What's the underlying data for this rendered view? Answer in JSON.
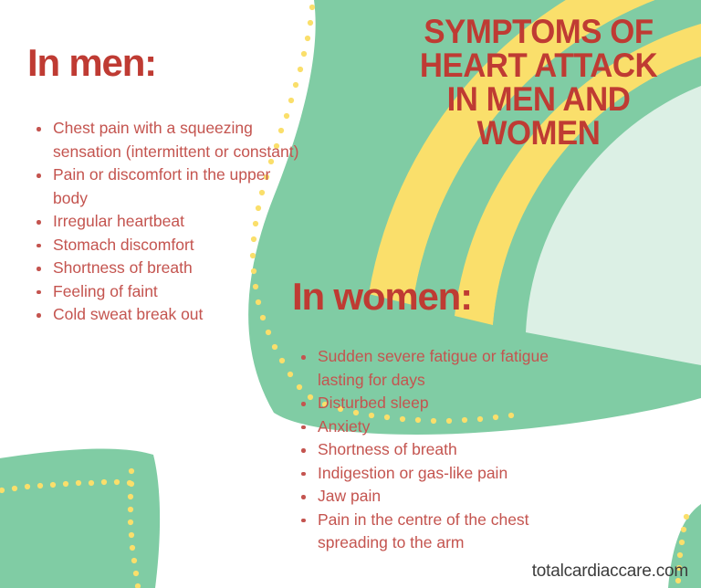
{
  "poster": {
    "title_lines": [
      "SYMPTOMS OF",
      "HEART ATTACK",
      "IN MEN AND",
      "WOMEN"
    ],
    "footer_url": "totalcardiaccare.com"
  },
  "men": {
    "heading": "In men:",
    "symptoms": [
      "Chest pain with a squeezing sensation (intermittent or constant)",
      "Pain or discomfort in the upper body",
      "Irregular heartbeat",
      "Stomach discomfort",
      "Shortness of breath",
      "Feeling of faint",
      "Cold sweat break out"
    ]
  },
  "women": {
    "heading": "In women:",
    "symptoms": [
      "Sudden severe fatigue or fatigue lasting for days",
      "Disturbed sleep",
      "Anxiety",
      "Shortness of breath",
      "Indigestion or gas-like pain",
      "Jaw pain",
      "Pain in the centre of the chest spreading to the arm"
    ]
  },
  "colors": {
    "background": "#ffffff",
    "green": "#80cca4",
    "mint": "#dcf0e5",
    "yellow": "#fadf6b",
    "title_red": "#bf3b33",
    "body_red": "#c4544f",
    "footer_gray": "#3c3c3c"
  },
  "decoration": {
    "top_right_arc_bands": [
      "green",
      "yellow",
      "green",
      "yellow",
      "green",
      "mint"
    ],
    "dotted_accent_color": "#fadf6b",
    "bottom_left_shape": "green-rounded-panel-with-dotted-border",
    "bottom_right_shape": "green-curved-corner-with-dotted-line"
  }
}
